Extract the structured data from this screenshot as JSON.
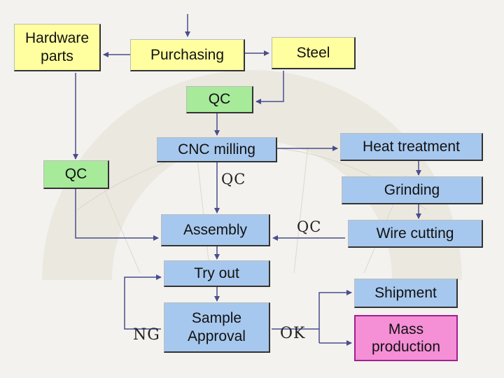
{
  "boxes": {
    "hardware_parts": "Hardware\nparts",
    "purchasing": "Purchasing",
    "steel": "Steel",
    "qc_top": "QC",
    "cnc_milling": "CNC milling",
    "heat_treatment": "Heat treatment",
    "qc_left": "QC",
    "grinding": "Grinding",
    "assembly": "Assembly",
    "wire_cutting": "Wire cutting",
    "try_out": "Try out",
    "shipment": "Shipment",
    "sample_approval": "Sample\nApproval",
    "mass_production": "Mass\nproduction"
  },
  "labels": {
    "qc_mid": "QC",
    "qc_right": "QC",
    "ng": "NG",
    "ok": "OK"
  },
  "colors": {
    "yellow": "#ffffa0",
    "blue": "#a7c8ee",
    "green": "#a6ea9a",
    "pink": "#f58fd6",
    "arrow": "#4a4d8c"
  }
}
